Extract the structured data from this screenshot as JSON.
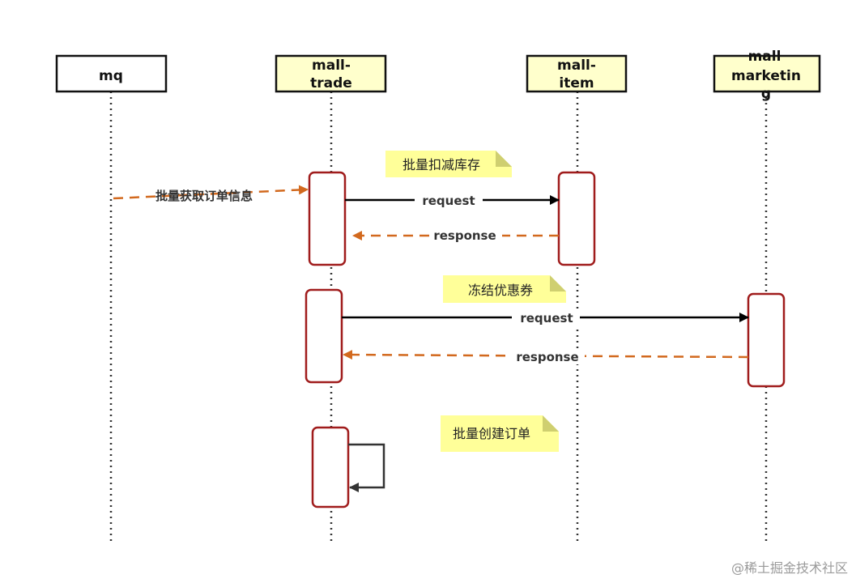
{
  "actors": [
    {
      "id": "mq",
      "label_lines": [
        "mq"
      ],
      "fill": "#ffffff"
    },
    {
      "id": "trade",
      "label_lines": [
        "mall-",
        "trade"
      ],
      "fill": "#ffffcc"
    },
    {
      "id": "item",
      "label_lines": [
        "mall-",
        "item"
      ],
      "fill": "#ffffcc"
    },
    {
      "id": "marketing",
      "label_lines": [
        "mall",
        "marketin",
        "g"
      ],
      "fill": "#ffffcc"
    }
  ],
  "messages": [
    {
      "label": "批量获取订单信息",
      "style": "dashed",
      "color": "#d2691e"
    },
    {
      "label": "request",
      "style": "solid",
      "color": "#000000"
    },
    {
      "label": "response",
      "style": "dashed",
      "color": "#d2691e"
    },
    {
      "label": "request",
      "style": "solid",
      "color": "#000000"
    },
    {
      "label": "response",
      "style": "dashed",
      "color": "#d2691e"
    }
  ],
  "notes": [
    {
      "text": "批量扣减库存"
    },
    {
      "text": "冻结优惠券"
    },
    {
      "text": "批量创建订单"
    }
  ],
  "colors": {
    "activation_border": "#a01c1c",
    "note_fill": "#ffff99",
    "lifeline": "#333333"
  },
  "watermark": "@稀土掘金技术社区"
}
